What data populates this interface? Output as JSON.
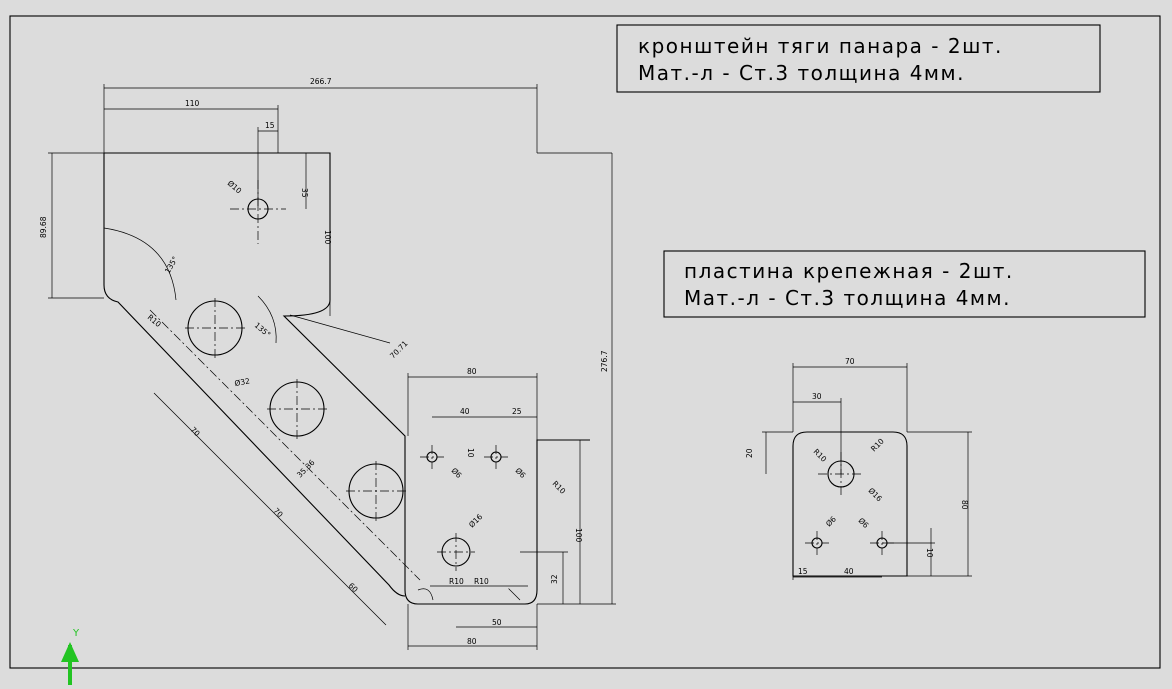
{
  "notes": {
    "bracket": {
      "line1": "кронштейн тяги панара - 2шт.",
      "line2": "Мат.-л - Ст.3 толщина 4мм."
    },
    "plate": {
      "line1": "пластина крепежная - 2шт.",
      "line2": "Мат.-л - Ст.3 толщина 4мм."
    }
  },
  "ucs": {
    "axis_label": "Y",
    "color": "#22c422"
  },
  "bracket_dims": {
    "overall_width": "266.7",
    "top_width": "110",
    "hole_offset_x": "15",
    "hole_offset_y": "35",
    "top_height": "89.68",
    "top_right_height": "100",
    "overall_height": "276.7",
    "small_hole_dia": "Ø10",
    "angle_1": "135°",
    "angle_2": "135°",
    "corner_radius": "R10",
    "diag_width": "70.71",
    "big_hole_dia": "Ø32",
    "diag_pitch_1": "70",
    "diag_pitch_2": "70",
    "diag_offset": "35.36",
    "diag_end": "60",
    "lower_width": "80",
    "hole_pitch": "40",
    "hole_edge": "25",
    "hole_vertical": "10",
    "small_hole_a": "Ø6",
    "small_hole_b": "Ø6",
    "lower_corner_radius": "R10",
    "lower_hole_dia": "Ø16",
    "lower_height": "100",
    "lower_hole_height": "32",
    "bottom_radius_left": "R10",
    "bottom_radius_right": "R10",
    "bottom_hole_offset": "50",
    "bottom_width": "80"
  },
  "plate_dims": {
    "width": "70",
    "hole_x": "30",
    "hole_y": "20",
    "radius_left": "R10",
    "radius_right": "R10",
    "center_hole": "Ø16",
    "height": "80",
    "small_hole_left": "Ø6",
    "small_hole_right": "Ø6",
    "hole_bottom": "10",
    "hole_edge": "15",
    "hole_pitch": "40"
  }
}
